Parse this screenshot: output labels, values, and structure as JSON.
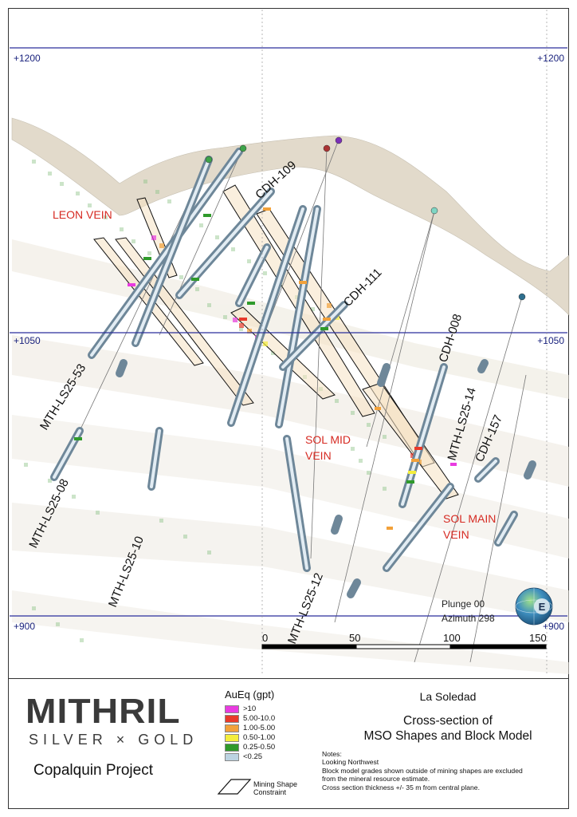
{
  "section": {
    "elev_labels": {
      "e1200": "+1200",
      "e1050": "+1050",
      "e900": "+900"
    },
    "drillholes": {
      "cdh109": "CDH-109",
      "cdh111": "CDH-111",
      "cdh008": "CDH-008",
      "cdh157": "CDH-157",
      "mth14": "MTH-LS25-14",
      "mth53": "MTH-LS25-53",
      "mth08": "MTH-LS25-08",
      "mth10": "MTH-LS25-10",
      "mth12": "MTH-LS25-12"
    },
    "veins": {
      "leon": "LEON VEIN",
      "sol_mid_1": "SOL MID",
      "sol_mid_2": "VEIN",
      "sol_main_1": "SOL MAIN",
      "sol_main_2": "VEIN"
    },
    "view": {
      "plunge": "Plunge 00",
      "azimuth": "Azimuth 298"
    },
    "scale": {
      "t0": "0",
      "t50": "50",
      "t100": "100",
      "t150": "150"
    },
    "compass_letter": "E"
  },
  "legend": {
    "company": "MITHRIL",
    "company_sub": "SILVER × GOLD",
    "project": "Copalquin Project",
    "title": "AuEq (gpt)",
    "items": [
      {
        "label": ">10",
        "color": "#e93be0"
      },
      {
        "label": "5.00-10.0",
        "color": "#e83a2a"
      },
      {
        "label": "1.00-5.00",
        "color": "#f2a13a"
      },
      {
        "label": "0.50-1.00",
        "color": "#f4ee3c"
      },
      {
        "label": "0.25-0.50",
        "color": "#2f9a2b"
      },
      {
        "label": "<0.25",
        "color": "#bcd3e2"
      }
    ],
    "mining_shape_1": "Mining Shape",
    "mining_shape_2": "Constraint"
  },
  "titles": {
    "place": "La Soledad",
    "line1": "Cross-section of",
    "line2": "MSO Shapes and Block Model"
  },
  "notes": {
    "heading": "Notes:",
    "n1": "Looking Northwest",
    "n2": "Block model grades shown outside of mining shapes are excluded",
    "n3": "from the mineral resource estimate.",
    "n4": "Cross section thickness +/- 35 m from central plane."
  }
}
